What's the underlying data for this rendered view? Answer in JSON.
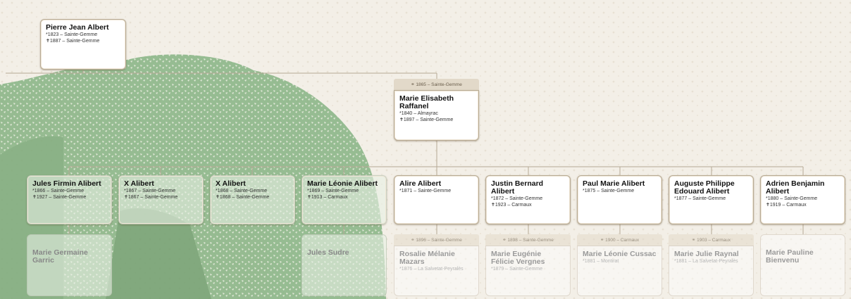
{
  "root": {
    "name": "Pierre Jean Albert",
    "born": "*1823 – Sainte-Gemme",
    "died": "✝1887 – Sainte-Gemme"
  },
  "spouse": {
    "marriage": "⚭ 1865 – Sainte-Gemme",
    "name": "Marie Elisabeth Raffanel",
    "born": "*1840 – Almayrac",
    "died": "✝1897 – Sainte-Gemme"
  },
  "children": [
    {
      "name": "Jules Firmin Alibert",
      "born": "*1866 – Sainte-Gemme",
      "died": "✝1927 – Sainte-Gemme"
    },
    {
      "name": "X Alibert",
      "born": "*1867 – Sainte-Gemme",
      "died": "✝1867 – Sainte-Gemme"
    },
    {
      "name": "X Alibert",
      "born": "*1868 – Sainte-Gemme",
      "died": "✝1868 – Sainte-Gemme"
    },
    {
      "name": "Marie Léonie Alibert",
      "born": "*1869 – Sainte-Gemme",
      "died": "✝1913 – Carmaux"
    },
    {
      "name": "Alire Alibert",
      "born": "*1871 – Sainte-Gemme",
      "died": ""
    },
    {
      "name": "Justin Bernard Alibert",
      "born": "*1872 – Sainte-Gemme",
      "died": "✝1923 – Carmaux"
    },
    {
      "name": "Paul Marie Alibert",
      "born": "*1875 – Sainte-Gemme",
      "died": ""
    },
    {
      "name": "Auguste Philippe Edouard Alibert",
      "born": "*1877 – Sainte-Gemme",
      "died": ""
    },
    {
      "name": "Adrien Benjamin Alibert",
      "born": "*1880 – Sainte-Gemme",
      "died": "✝1919 – Carmaux"
    }
  ],
  "spouses_of_children": [
    {
      "marriage": "",
      "name": "Marie Germaine Garric",
      "born": ""
    },
    {
      "marriage": "",
      "name": "Jules Sudre",
      "born": ""
    },
    {
      "marriage": "⚭ 1896 – Sainte-Gemme",
      "name": "Rosalie Mélanie Mazars",
      "born": "*1876 – La Salvetat-Peyralès"
    },
    {
      "marriage": "⚭ 1898 – Sainte-Gemme",
      "name": "Marie Eugénie Félicie Vergnes",
      "born": "*1879 – Sainte-Gemme"
    },
    {
      "marriage": "⚭ 1900 – Carmaux",
      "name": "Marie Léonie Cussac",
      "born": "*1881 – Montirat"
    },
    {
      "marriage": "⚭ 1903 – Carmaux",
      "name": "Marie Julie Raynal",
      "born": "*1881 – La Salvetat-Peyralès"
    },
    {
      "marriage": "",
      "name": "Marie Pauline Bienvenu",
      "born": ""
    }
  ],
  "colors": {
    "background": "#f3efe7",
    "tree_green": "#7fae7c",
    "marriage_header": "#e2d9c9",
    "card_border": "#b8ab95"
  }
}
